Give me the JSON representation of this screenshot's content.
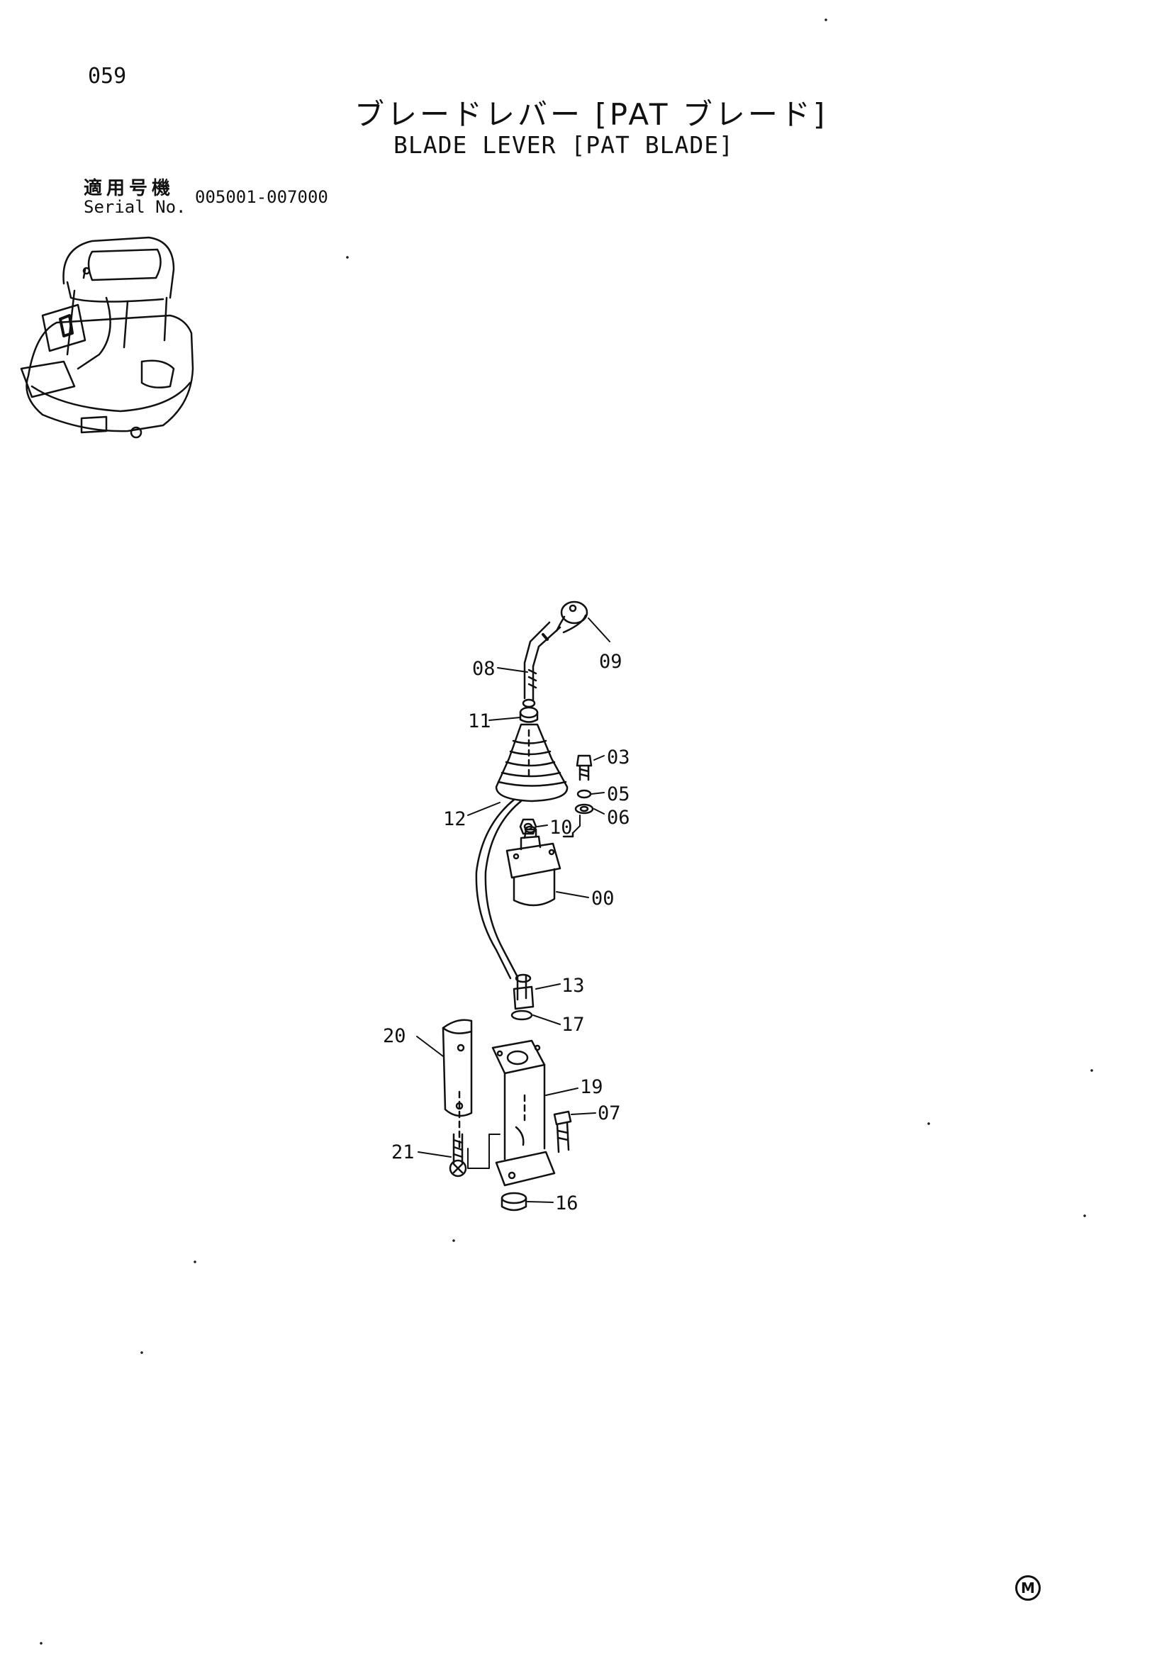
{
  "header": {
    "page_number": "059",
    "title_jp": "ブレードレバー [PAT ブレード]",
    "title_en": "BLADE LEVER [PAT BLADE]"
  },
  "serial": {
    "label_jp": "適用号機",
    "label_en": "Serial No.",
    "range": "005001-007000"
  },
  "parts": {
    "p00": "00",
    "p03": "03",
    "p05": "05",
    "p06": "06",
    "p07": "07",
    "p08": "08",
    "p09": "09",
    "p10": "10",
    "p11": "11",
    "p12": "12",
    "p13": "13",
    "p16": "16",
    "p17": "17",
    "p19": "19",
    "p20": "20",
    "p21": "21"
  },
  "footer": {
    "mark": "M"
  }
}
